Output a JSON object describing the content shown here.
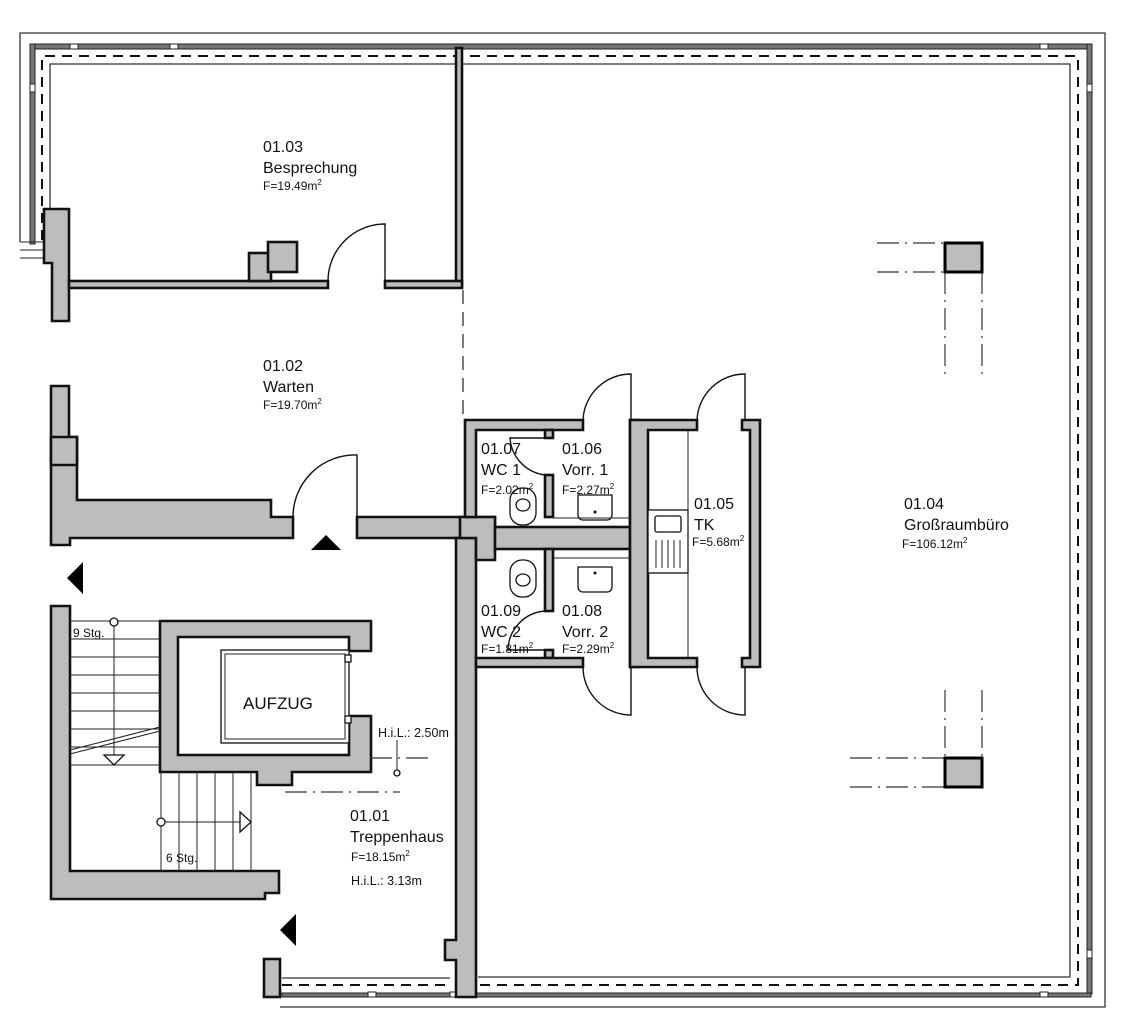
{
  "plan": {
    "type": "floor-plan",
    "area_prefix": "F=",
    "area_unit": "m",
    "area_unit_exp": "2",
    "rooms": [
      {
        "id": "01.01",
        "name": "Treppenhaus",
        "area": "18.15",
        "clear_height": "H.i.L.: 3.13m"
      },
      {
        "id": "01.02",
        "name": "Warten",
        "area": "19.70"
      },
      {
        "id": "01.03",
        "name": "Besprechung",
        "area": "19.49"
      },
      {
        "id": "01.04",
        "name": "Großraumbüro",
        "area": "106.12"
      },
      {
        "id": "01.05",
        "name": "TK",
        "area": "5.68"
      },
      {
        "id": "01.06",
        "name": "Vorr. 1",
        "area": "2.27"
      },
      {
        "id": "01.07",
        "name": "WC 1",
        "area": "2.02"
      },
      {
        "id": "01.08",
        "name": "Vorr. 2",
        "area": "2.29"
      },
      {
        "id": "01.09",
        "name": "WC 2",
        "area": "1.81"
      }
    ],
    "elevator_label": "AUFZUG",
    "elevator_clear_height": "H.i.L.: 2.50m",
    "stairs": [
      {
        "label": "9 Stg."
      },
      {
        "label": "6 Stg."
      }
    ]
  }
}
